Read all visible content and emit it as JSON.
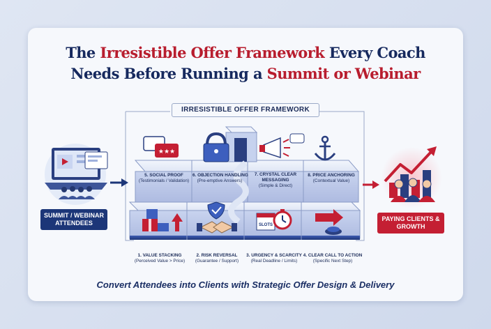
{
  "title": {
    "line1": [
      {
        "text": "The ",
        "color": "navy"
      },
      {
        "text": "Irresistible Offer Framework",
        "color": "red"
      },
      {
        "text": " Every Coach",
        "color": "navy"
      }
    ],
    "line2": [
      {
        "text": "Needs Before Running a ",
        "color": "navy"
      },
      {
        "text": "Summit or Webinar",
        "color": "red"
      }
    ]
  },
  "framework_label": "IRRESISTIBLE OFFER FRAMEWORK",
  "input_label": "SUMMIT / WEBINAR ATTENDEES",
  "output_label": "PAYING CLIENTS & GROWTH",
  "top_steps": [
    {
      "name": "5. SOCIAL PROOF",
      "sub": "(Testimonials / Validation)"
    },
    {
      "name": "6. OBJECTION HANDLING",
      "sub": "(Pre-emptive Answers)"
    },
    {
      "name": "7. CRYSTAL CLEAR MESSAGING",
      "sub": "(Simple & Direct)"
    },
    {
      "name": "8. PRICE ANCHORING",
      "sub": "(Contextual Value)"
    }
  ],
  "bottom_steps": [
    {
      "name": "1. VALUE STACKING",
      "sub": "(Perceived Value > Price)"
    },
    {
      "name": "2. RISK REVERSAL",
      "sub": "(Guarantee / Support)"
    },
    {
      "name": "3. URGENCY & SCARCITY",
      "sub": "(Real Deadline / Limits)"
    },
    {
      "name": "4. CLEAR CALL TO ACTION",
      "sub": "(Specific Next Step)"
    }
  ],
  "slots_label": "SLOTS",
  "tagline": "Convert Attendees into Clients with Strategic Offer Design & Delivery",
  "colors": {
    "navy": "#16295e",
    "red": "#b81d2e",
    "accent_blue": "#3d5fbe"
  }
}
